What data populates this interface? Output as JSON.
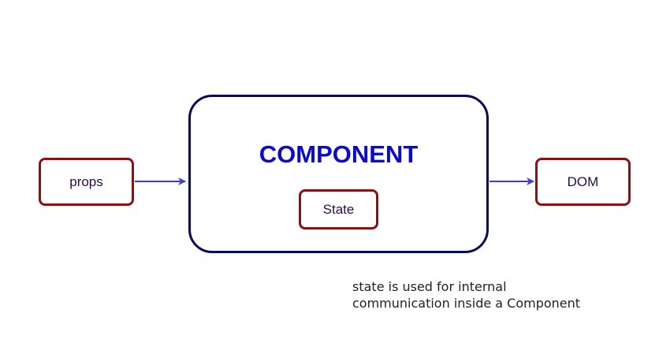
{
  "diagram": {
    "props_label": "props",
    "component_label": "COMPONENT",
    "state_label": "State",
    "dom_label": "DOM",
    "caption_line1": "state is used for internal",
    "caption_line2": "communication inside a Component"
  },
  "colors": {
    "component_title": "#0a0ac8",
    "component_border": "#0a0a5a",
    "box_border": "#8b1010",
    "arrow": "#3a3ae0",
    "label_text": "#2a0a4a"
  }
}
